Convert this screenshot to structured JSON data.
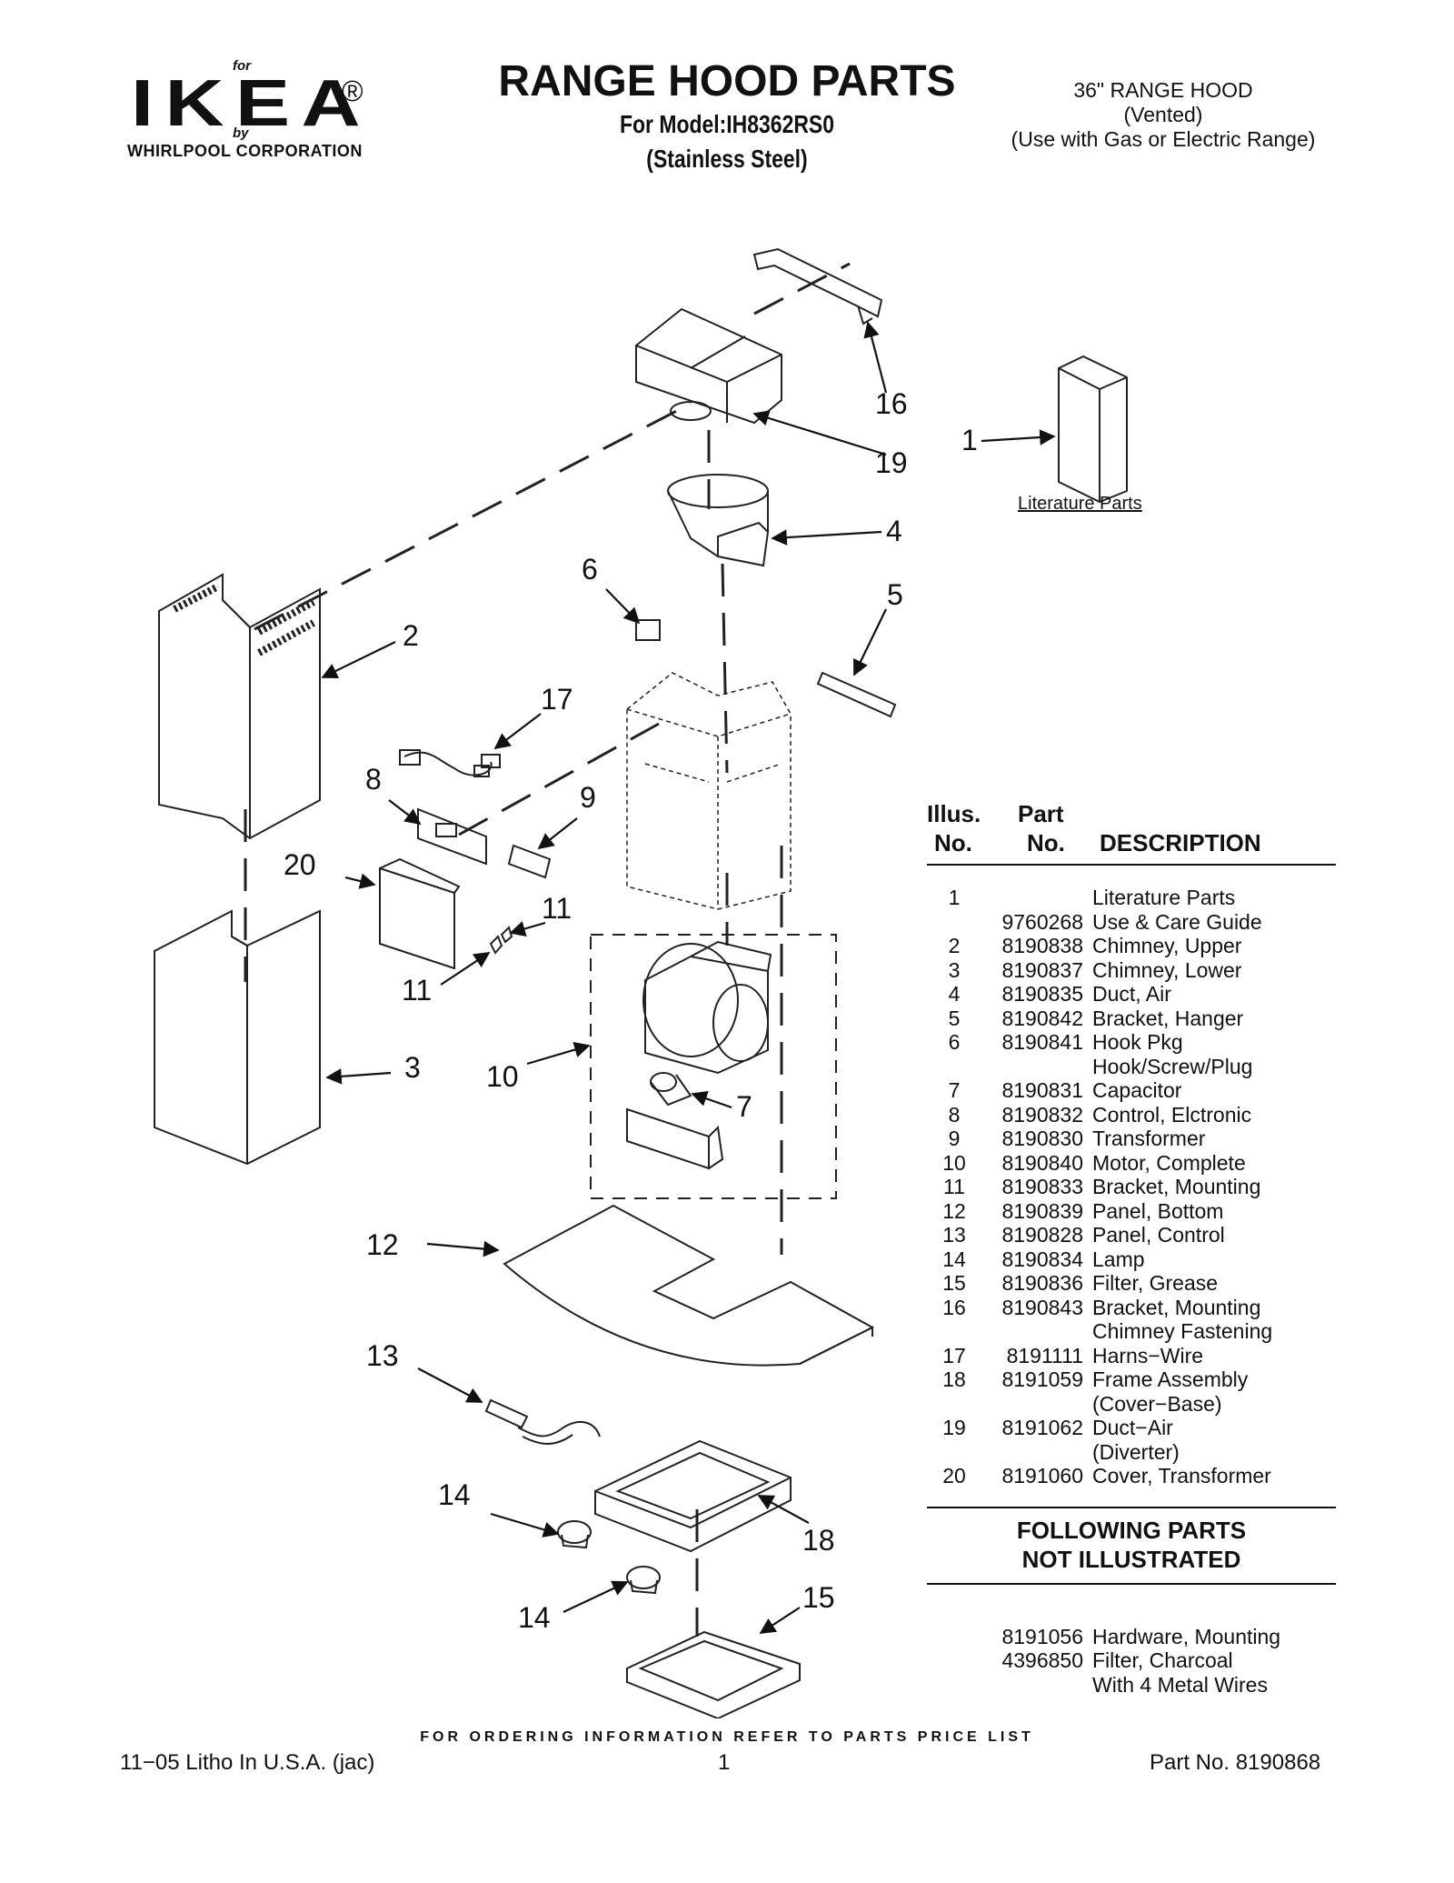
{
  "logo": {
    "for": "for",
    "wordmark": "IKEA",
    "registered": "®",
    "by": "by",
    "corporation": "WHIRLPOOL  CORPORATION"
  },
  "title": {
    "main": "RANGE HOOD PARTS",
    "model": "For Model:IH8362RS0",
    "finish": "(Stainless Steel)"
  },
  "hood_info": [
    "36\" RANGE HOOD",
    "(Vented)",
    "(Use with Gas or Electric Range)"
  ],
  "diagram": {
    "callouts": [
      "16",
      "19",
      "1",
      "4",
      "6",
      "5",
      "2",
      "17",
      "8",
      "9",
      "20",
      "11",
      "11",
      "10",
      "7",
      "3",
      "12",
      "13",
      "14",
      "18",
      "14",
      "15"
    ],
    "literature_label": "Literature Parts"
  },
  "parts_table": {
    "headers": {
      "illus_line1": "Illus.",
      "illus_line2": "No.",
      "part_line1": "Part",
      "part_line2": "No.",
      "description": "DESCRIPTION"
    },
    "rows": [
      {
        "illus": "1",
        "part": "",
        "desc": "Literature Parts"
      },
      {
        "illus": "",
        "part": "9760268",
        "desc": "Use & Care Guide"
      },
      {
        "illus": "2",
        "part": "8190838",
        "desc": "Chimney, Upper"
      },
      {
        "illus": "3",
        "part": "8190837",
        "desc": "Chimney, Lower"
      },
      {
        "illus": "4",
        "part": "8190835",
        "desc": "Duct, Air"
      },
      {
        "illus": "5",
        "part": "8190842",
        "desc": "Bracket, Hanger"
      },
      {
        "illus": "6",
        "part": "8190841",
        "desc": "Hook Pkg"
      },
      {
        "illus": "",
        "part": "",
        "desc": "Hook/Screw/Plug"
      },
      {
        "illus": "7",
        "part": "8190831",
        "desc": "Capacitor"
      },
      {
        "illus": "8",
        "part": "8190832",
        "desc": "Control, Elctronic"
      },
      {
        "illus": "9",
        "part": "8190830",
        "desc": "Transformer"
      },
      {
        "illus": "10",
        "part": "8190840",
        "desc": "Motor, Complete"
      },
      {
        "illus": "11",
        "part": "8190833",
        "desc": "Bracket, Mounting"
      },
      {
        "illus": "12",
        "part": "8190839",
        "desc": "Panel, Bottom"
      },
      {
        "illus": "13",
        "part": "8190828",
        "desc": "Panel, Control"
      },
      {
        "illus": "14",
        "part": "8190834",
        "desc": "Lamp"
      },
      {
        "illus": "15",
        "part": "8190836",
        "desc": "Filter, Grease"
      },
      {
        "illus": "16",
        "part": "8190843",
        "desc": "Bracket, Mounting"
      },
      {
        "illus": "",
        "part": "",
        "desc": "Chimney Fastening"
      },
      {
        "illus": "17",
        "part": "8191111",
        "desc": "Harns−Wire"
      },
      {
        "illus": "18",
        "part": "8191059",
        "desc": "Frame Assembly"
      },
      {
        "illus": "",
        "part": "",
        "desc": "(Cover−Base)"
      },
      {
        "illus": "19",
        "part": "8191062",
        "desc": "Duct−Air"
      },
      {
        "illus": "",
        "part": "",
        "desc": "(Diverter)"
      },
      {
        "illus": "20",
        "part": "8191060",
        "desc": "Cover, Transformer"
      }
    ],
    "not_illustrated_heading": [
      "FOLLOWING PARTS",
      "NOT ILLUSTRATED"
    ],
    "not_illustrated_rows": [
      {
        "illus": "",
        "part": "8191056",
        "desc": "Hardware, Mounting"
      },
      {
        "illus": "",
        "part": "4396850",
        "desc": "Filter, Charcoal"
      },
      {
        "illus": "",
        "part": "",
        "desc": "With 4 Metal Wires"
      }
    ]
  },
  "footer": {
    "note": "FOR ORDERING INFORMATION REFER TO PARTS PRICE LIST",
    "left": "11−05 Litho In U.S.A. (jac)",
    "page": "1",
    "part_no": "Part No. 8190868"
  }
}
